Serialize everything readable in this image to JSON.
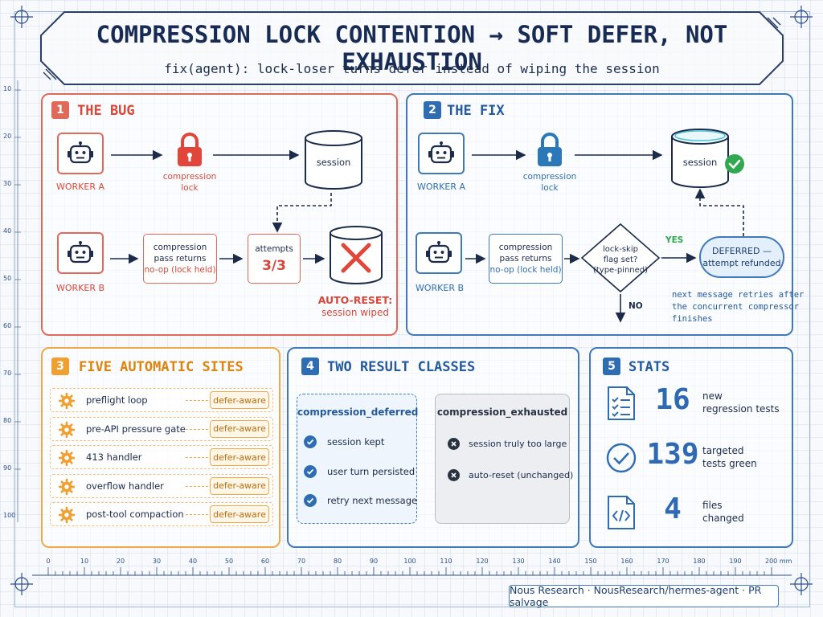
{
  "header": {
    "title": "COMPRESSION LOCK CONTENTION → SOFT DEFER, NOT EXHAUSTION",
    "subtitle": "fix(agent): lock-loser turns defer instead of wiping the session"
  },
  "bug": {
    "number": "1",
    "title": "THE BUG",
    "worker_a": "WORKER A",
    "lock_label": "compression\nlock",
    "session": "session",
    "worker_b": "WORKER B",
    "pass_returns": "compression\npass returns",
    "noop": "no-op (lock held)",
    "attempts_label": "attempts",
    "attempts_value": "3/3",
    "auto_reset": "AUTO-RESET:",
    "session_wiped": "session wiped"
  },
  "fix": {
    "number": "2",
    "title": "THE FIX",
    "worker_a": "WORKER A",
    "lock_label": "compression\nlock",
    "session": "session",
    "worker_b": "WORKER B",
    "pass_returns": "compression\npass returns",
    "noop": "no-op (lock held)",
    "decision": "lock-skip\nflag set?\n(type-pinned)",
    "yes": "YES",
    "no": "NO",
    "deferred": "DEFERRED —\nattempt refunded",
    "note": "next message retries after\nthe concurrent compressor\nfinishes"
  },
  "sites": {
    "number": "3",
    "title": "FIVE AUTOMATIC SITES",
    "items": [
      {
        "label": "preflight loop",
        "tag": "defer-aware"
      },
      {
        "label": "pre-API pressure gate",
        "tag": "defer-aware"
      },
      {
        "label": "413 handler",
        "tag": "defer-aware"
      },
      {
        "label": "overflow handler",
        "tag": "defer-aware"
      },
      {
        "label": "post-tool compaction",
        "tag": "defer-aware"
      }
    ]
  },
  "results": {
    "number": "4",
    "title": "TWO RESULT CLASSES",
    "deferred": {
      "heading": "compression_deferred",
      "items": [
        "session kept",
        "user turn persisted",
        "retry next message"
      ]
    },
    "exhausted": {
      "heading": "compression_exhausted",
      "items": [
        "session truly too large",
        "auto-reset (unchanged)"
      ]
    }
  },
  "stats": {
    "number": "5",
    "title": "STATS",
    "items": [
      {
        "value": "16",
        "label": "new\nregression tests",
        "icon": "checklist-icon"
      },
      {
        "value": "139",
        "label": "targeted\ntests green",
        "icon": "check-circle-icon"
      },
      {
        "value": "4",
        "label": "files\nchanged",
        "icon": "code-file-icon"
      }
    ]
  },
  "ruler": {
    "bottom": [
      "0",
      "10",
      "20",
      "30",
      "40",
      "50",
      "60",
      "70",
      "80",
      "90",
      "100",
      "110",
      "120",
      "130",
      "140",
      "150",
      "160",
      "170",
      "180",
      "190",
      "200 mm"
    ],
    "left": [
      "10",
      "20",
      "30",
      "40",
      "50",
      "60",
      "70",
      "80",
      "90",
      "100"
    ]
  },
  "footer": "Nous Research · NousResearch/hermes-agent · PR salvage",
  "colors": {
    "bug_red": "#e06a5a",
    "fix_blue": "#3f79b9",
    "sites_orange": "#f0a94a",
    "ok_green": "#2fa84f",
    "title_navy": "#172b55"
  }
}
